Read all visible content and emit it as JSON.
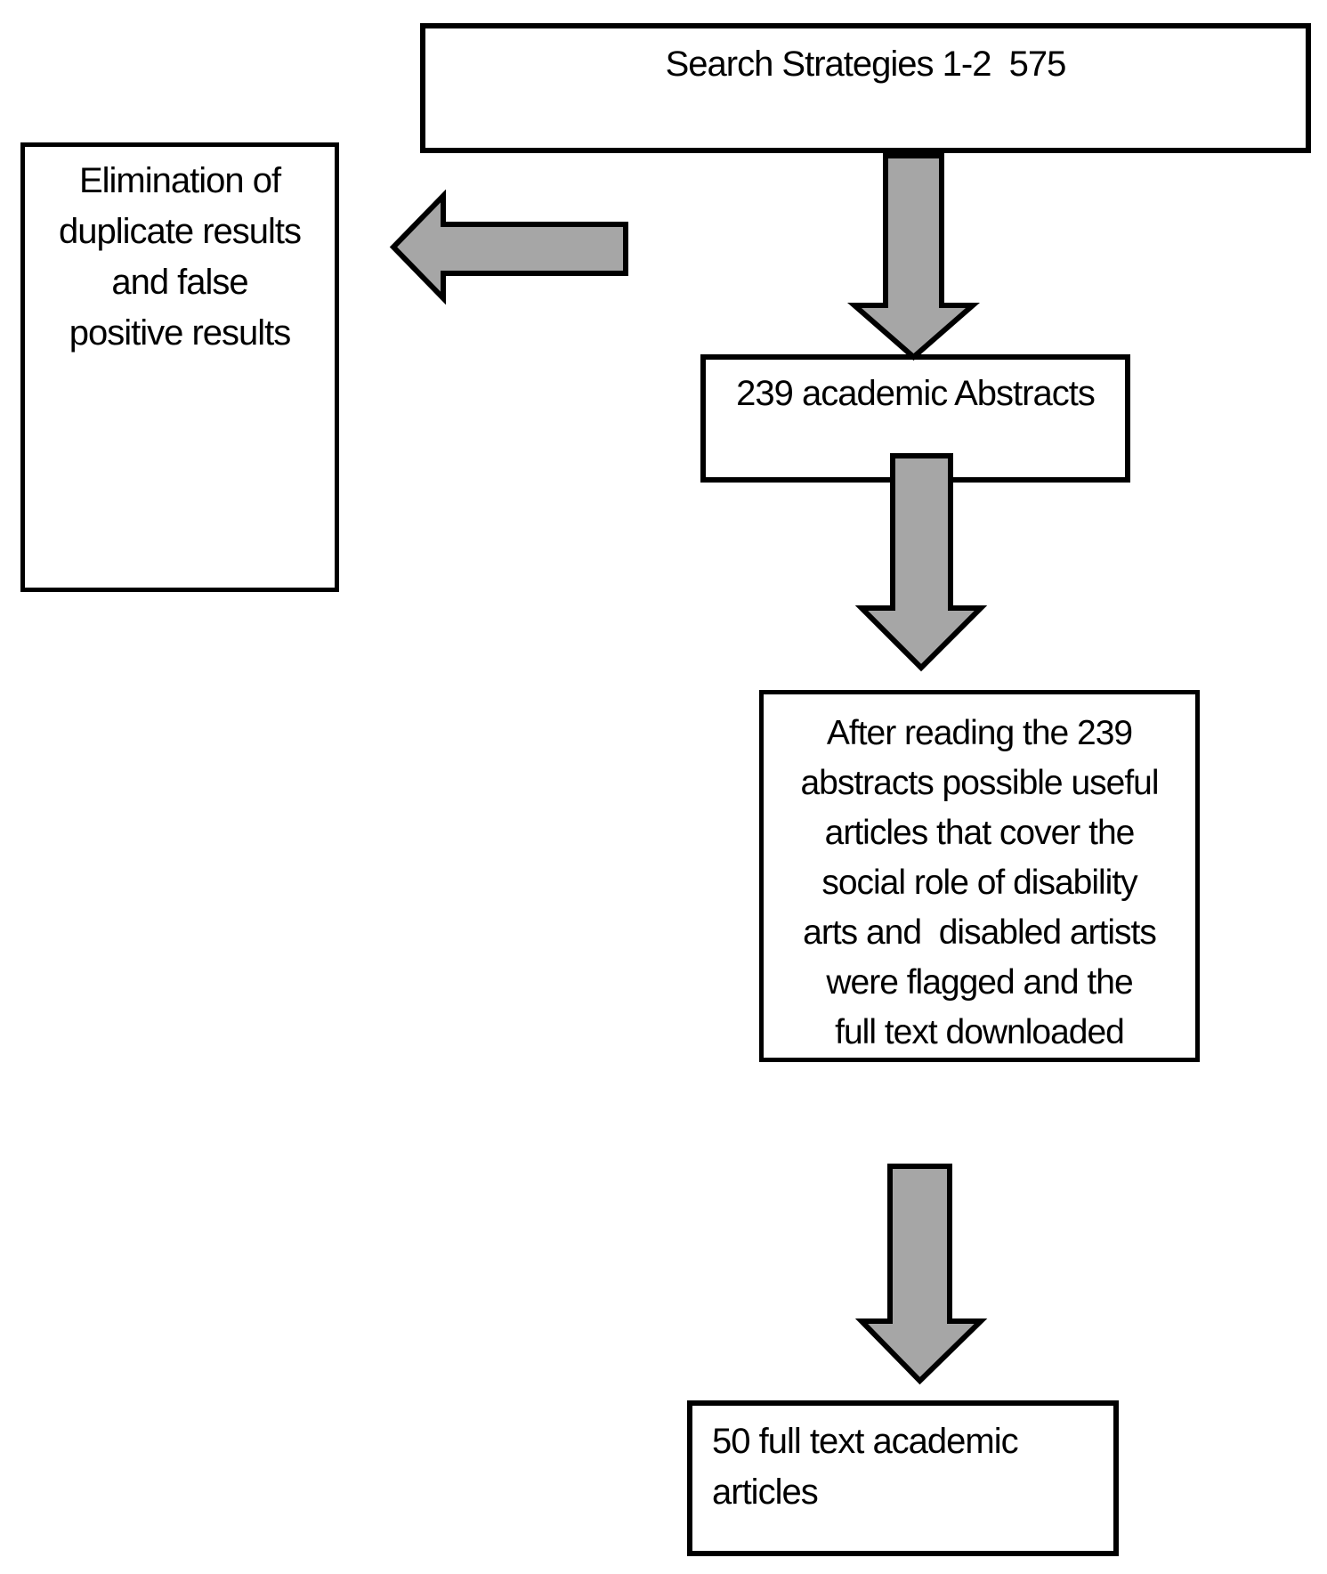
{
  "diagram": {
    "type": "flowchart",
    "colors": {
      "background": "#ffffff",
      "box_border": "#000000",
      "text": "#000000",
      "arrow_fill": "#a6a6a6",
      "arrow_outline": "#000000"
    },
    "nodes": {
      "search_strategies": {
        "text": "Search Strategies 1-2  575"
      },
      "elimination": {
        "text": "Elimination of\nduplicate results\nand false\npositive results"
      },
      "abstracts": {
        "text": "239 academic Abstracts"
      },
      "after_reading": {
        "text": "After reading the 239\nabstracts possible useful\narticles that cover the\nsocial role of disability\narts and  disabled artists\nwere flagged and the\nfull text downloaded"
      },
      "full_text": {
        "text": "50 full text academic\narticles"
      }
    },
    "arrows": [
      {
        "name": "search-to-abstracts",
        "direction": "down"
      },
      {
        "name": "abstracts-to-after-reading",
        "direction": "down"
      },
      {
        "name": "after-reading-to-full-text",
        "direction": "down"
      },
      {
        "name": "search-to-elimination",
        "direction": "left"
      }
    ]
  }
}
